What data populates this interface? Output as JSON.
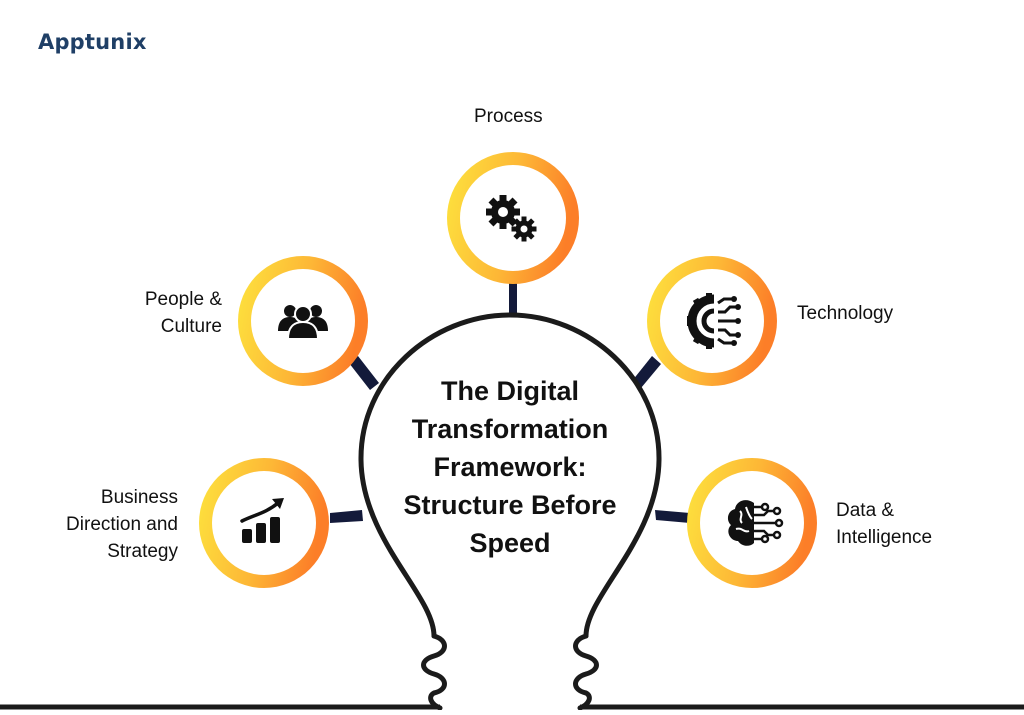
{
  "logo": {
    "text": "Apptunix"
  },
  "center": {
    "title": "The Digital Transformation Framework: Structure Before Speed"
  },
  "nodes": [
    {
      "id": "process",
      "label": "Process",
      "icon": "gears-icon"
    },
    {
      "id": "people",
      "label": "People & Culture",
      "icon": "people-group-icon"
    },
    {
      "id": "technology",
      "label": "Technology",
      "icon": "tech-gear-circuit-icon"
    },
    {
      "id": "business",
      "label": "Business Direction and Strategy",
      "icon": "growth-chart-icon"
    },
    {
      "id": "data",
      "label": "Data & Intelligence",
      "icon": "brain-circuit-icon"
    }
  ],
  "colors": {
    "ring_outer": "#fd8a2a",
    "ring_inner": "#fde23d",
    "connector": "#131a3a",
    "bulb_outline": "#1b1b1b",
    "text": "#111111"
  }
}
